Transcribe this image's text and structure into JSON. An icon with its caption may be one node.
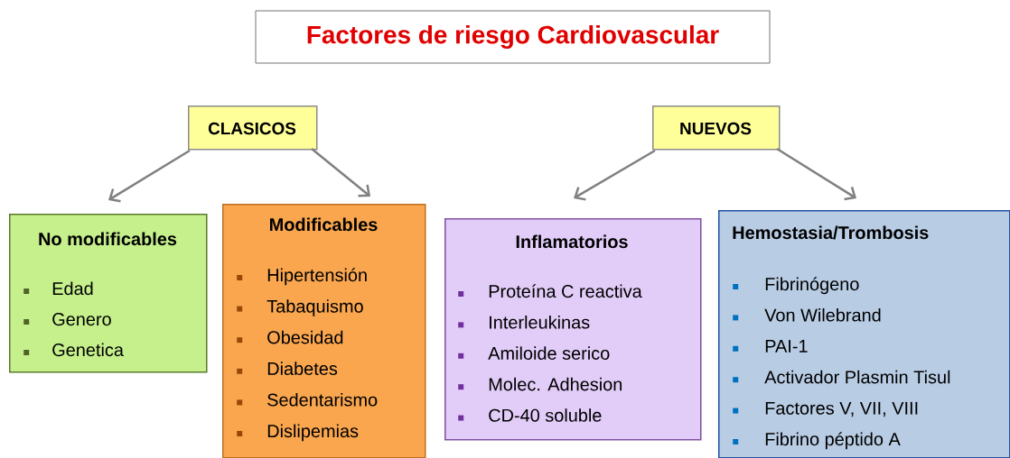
{
  "diagram": {
    "title": "Factores de riesgo  Cardiovascular",
    "nodes": [
      {
        "text": [
          "CLASICOS"
        ]
      },
      {
        "text": [
          "NUEVOS"
        ]
      },
      {
        "text": [
          "No modificables",
          "Edad",
          "Genero",
          "Genetica"
        ]
      },
      {
        "text": [
          "Modificables",
          "Hipertensión",
          "Tabaquismo",
          "Obesidad",
          "Diabetes",
          "Sedentarismo",
          "Dislipemias"
        ]
      },
      {
        "text": [
          "Inflamatorios",
          "Proteína C reactiva",
          "Interleukinas",
          "Amiloide serico",
          "Molec. Adhesion",
          "CD-40 soluble"
        ]
      },
      {
        "text": [
          "Hemostasia/Trombosis",
          "Fibrinógeno",
          "Von Wilebrand",
          "PAI-1",
          "Activador Plasmin Tisul",
          "Factores V, VII, VIII",
          "Fibrino péptido A"
        ]
      }
    ],
    "edges": [
      {
        "from": 0,
        "to": 2,
        "arrow": "to"
      },
      {
        "from": 0,
        "to": 3,
        "arrow": "to"
      },
      {
        "from": 1,
        "to": 4,
        "arrow": "to"
      },
      {
        "from": 1,
        "to": 5,
        "arrow": "to"
      }
    ]
  }
}
